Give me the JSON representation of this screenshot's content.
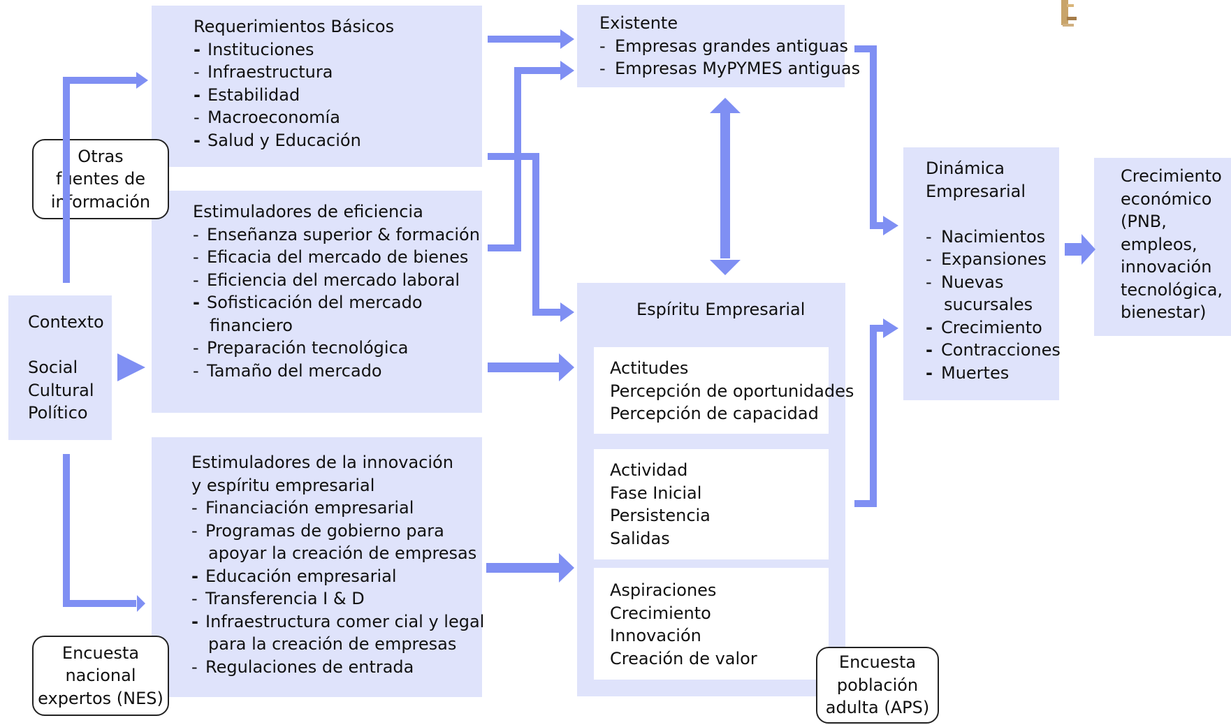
{
  "basic_requirements": {
    "title": "Requerimientos Básicos",
    "items": [
      {
        "dash": "-",
        "text": "Instituciones"
      },
      {
        "dash": "-",
        "text": "Infraestructura"
      },
      {
        "dash": "-",
        "text": "Estabilidad"
      },
      {
        "dash": "-",
        "text": "Macroeconomía"
      },
      {
        "dash": "-",
        "text": "Salud  y  Educación"
      }
    ]
  },
  "efficiency": {
    "title": "Estimuladores  de  eficiencia",
    "items": [
      {
        "dash": "-",
        "text": "Enseñanza  superior  &  formación"
      },
      {
        "dash": "-",
        "text": "Eficacia  del  mercado  de  bienes"
      },
      {
        "dash": "-",
        "text": "Eficiencia  del  mercado  laboral"
      },
      {
        "dash": "-",
        "text": "Sofisticación  del  mercado"
      },
      {
        "dash": "",
        "text": "financiero"
      },
      {
        "dash": "-",
        "text": "Preparación  tecnológica"
      },
      {
        "dash": "-",
        "text": "Tamaño  del  mercado"
      }
    ]
  },
  "innovation": {
    "title_line1": "Estimuladores  de  la  innovación",
    "title_line2": "y  espíritu  empresarial",
    "items": [
      {
        "dash": "-",
        "text": "Financiación  empresarial"
      },
      {
        "dash": "-",
        "text": "Programas  de  gobierno  para"
      },
      {
        "dash": "",
        "text": "apoyar  la  creación  de  empresas"
      },
      {
        "dash": "-",
        "text": "Educación  empresarial"
      },
      {
        "dash": "-",
        "text": "Transferencia  I  &  D"
      },
      {
        "dash": "-",
        "text": "Infraestructura  comer cial  y  legal"
      },
      {
        "dash": "",
        "text": "para  la  creación  de  empresas"
      },
      {
        "dash": "-",
        "text": "Regulaciones  de  entrada"
      }
    ]
  },
  "context": {
    "title": "Contexto",
    "lines": [
      "Social",
      "Cultural",
      "Político"
    ]
  },
  "other_sources": {
    "lines": [
      "Otras",
      "fuentes  de",
      "información"
    ]
  },
  "nes_survey": {
    "lines": [
      "Encuesta",
      "nacional",
      "expertos  (NES)"
    ]
  },
  "existing": {
    "title": "Existente",
    "items": [
      {
        "dash": "-",
        "text": "Empresas  grandes  antiguas"
      },
      {
        "dash": "-",
        "text": "Empresas  MyPYMES  antiguas"
      }
    ]
  },
  "entrepreneurship": {
    "title": "Espíritu  Empresarial",
    "attitudes": [
      "Actitudes",
      "Percepción  de  oportunidades",
      "Percepción  de  capacidad"
    ],
    "activity": [
      "Actividad",
      "Fase  Inicial",
      "Persistencia",
      "Salidas"
    ],
    "aspirations": [
      "Aspiraciones",
      "Crecimiento",
      "Innovación",
      "Creación  de  valor"
    ]
  },
  "aps_survey": {
    "lines": [
      "Encuesta",
      "población",
      "adulta  (APS)"
    ]
  },
  "dynamics": {
    "title_line1": "Dinámica",
    "title_line2": "Empresarial",
    "items": [
      {
        "dash": "-",
        "text": "Nacimientos"
      },
      {
        "dash": "-",
        "text": "Expansiones"
      },
      {
        "dash": "-",
        "text": "Nuevas"
      },
      {
        "dash": "",
        "text": "sucursales"
      },
      {
        "dash": "-",
        "text": "Crecimiento"
      },
      {
        "dash": "-",
        "text": "Contracciones"
      },
      {
        "dash": "-",
        "text": "Muertes"
      }
    ]
  },
  "growth": {
    "lines": [
      "Crecimiento",
      "económico",
      "(PNB,",
      "empleos,",
      "innovación",
      "tecnológica,",
      "bienestar)"
    ]
  },
  "colors": {
    "box_fill": "#dfe3fb",
    "arrow": "#7f8ff3",
    "text": "#111111",
    "border": "#222222"
  }
}
